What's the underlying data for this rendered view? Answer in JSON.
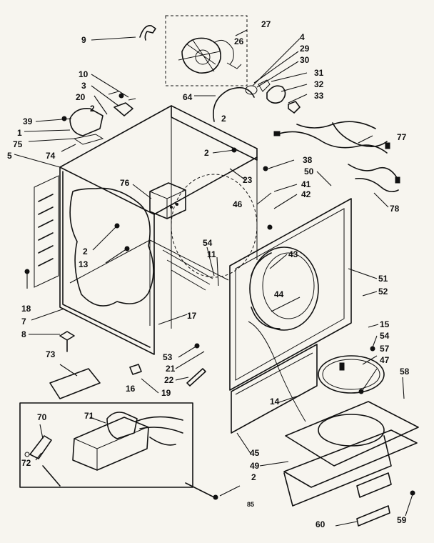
{
  "callouts": [
    "9",
    "27",
    "26",
    "4",
    "29",
    "30",
    "31",
    "32",
    "33",
    "10",
    "3",
    "20",
    "2",
    "39",
    "1",
    "75",
    "74",
    "5",
    "64",
    "2",
    "77",
    "38",
    "50",
    "2",
    "23",
    "76",
    "41",
    "42",
    "46",
    "78",
    "54",
    "11",
    "43",
    "2",
    "13",
    "51",
    "52",
    "44",
    "18",
    "7",
    "17",
    "15",
    "54",
    "8",
    "57",
    "47",
    "53",
    "21",
    "58",
    "73",
    "22",
    "19",
    "14",
    "16",
    "70",
    "71",
    "45",
    "49",
    "72",
    "2",
    "59",
    "60",
    "85"
  ]
}
